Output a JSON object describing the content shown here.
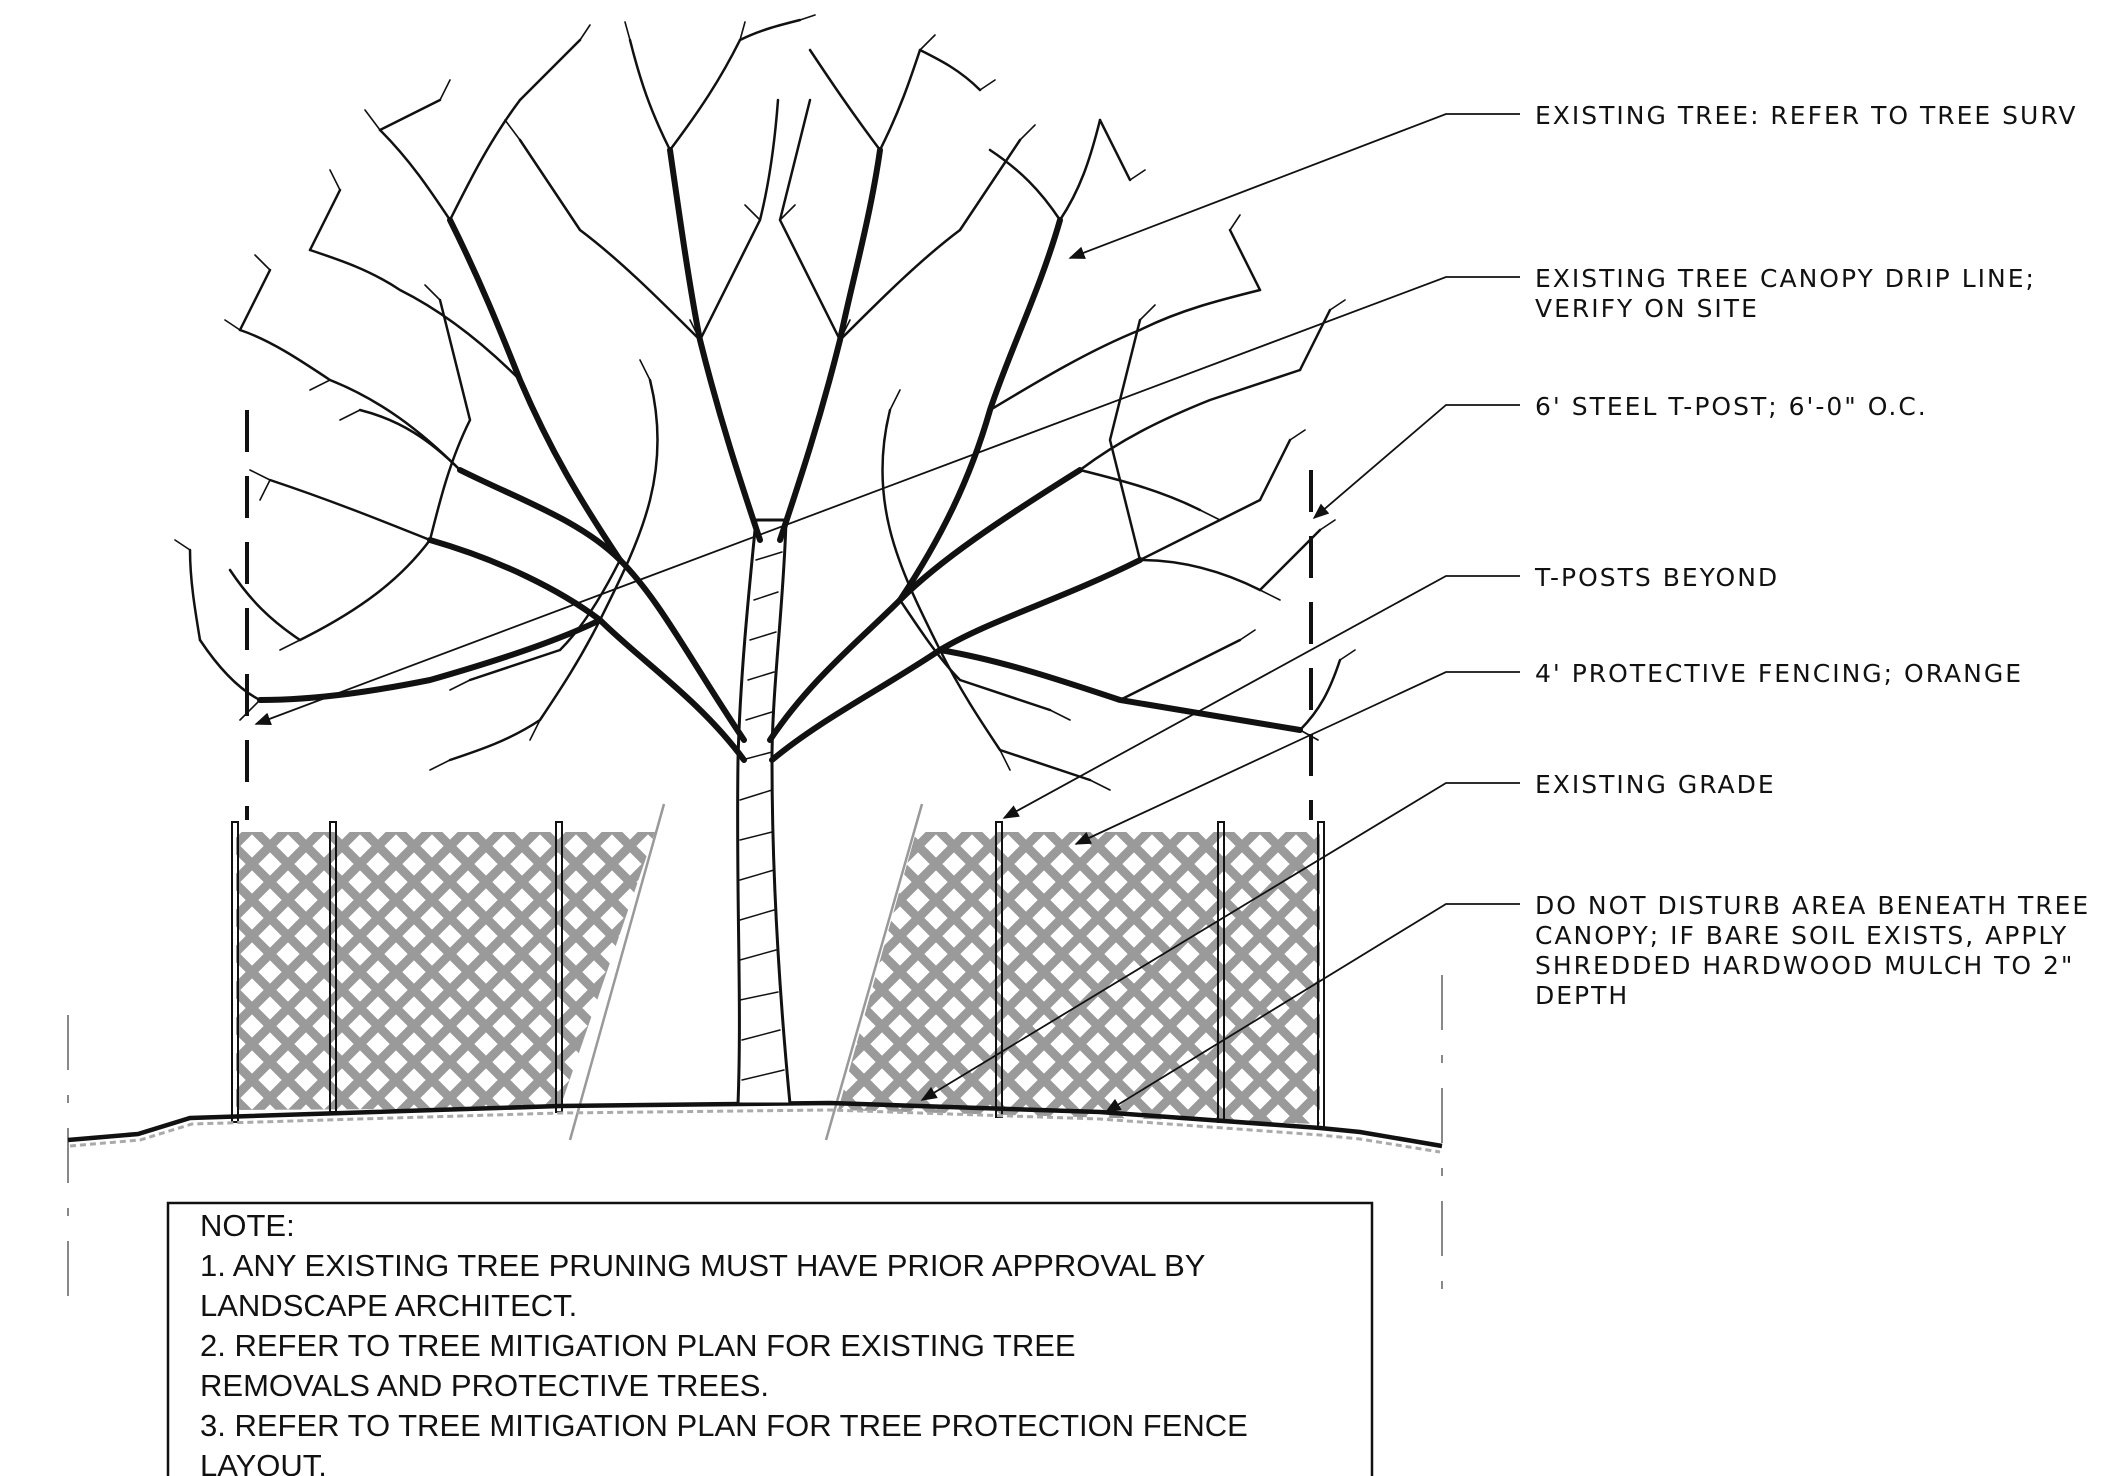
{
  "callouts": {
    "existing_tree": [
      "EXISTING TREE: REFER TO TREE SURV"
    ],
    "drip_line": [
      "EXISTING TREE CANOPY DRIP LINE;",
      "VERIFY ON SITE"
    ],
    "t_post": [
      "6' STEEL T-POST; 6'-0\" O.C."
    ],
    "t_posts_beyond": [
      "T-POSTS BEYOND"
    ],
    "fencing": [
      "4' PROTECTIVE FENCING; ORANGE"
    ],
    "grade": [
      "EXISTING GRADE"
    ],
    "do_not_disturb": [
      "DO NOT DISTURB AREA BENEATH TREE",
      "CANOPY; IF BARE SOIL EXISTS, APPLY",
      "SHREDDED HARDWOOD MULCH TO 2\"",
      "DEPTH"
    ]
  },
  "notes": {
    "heading": "NOTE:",
    "lines": [
      "1.  ANY EXISTING TREE PRUNING MUST HAVE PRIOR APPROVAL BY",
      "LANDSCAPE ARCHITECT.",
      "2.  REFER TO TREE MITIGATION PLAN FOR EXISTING TREE",
      "REMOVALS AND PROTECTIVE TREES.",
      "3.  REFER TO TREE MITIGATION PLAN FOR TREE PROTECTION FENCE",
      "LAYOUT."
    ]
  },
  "colors": {
    "ink": "#111111",
    "fence_hatch": "#9a9a9a",
    "centerline": "#888888"
  }
}
